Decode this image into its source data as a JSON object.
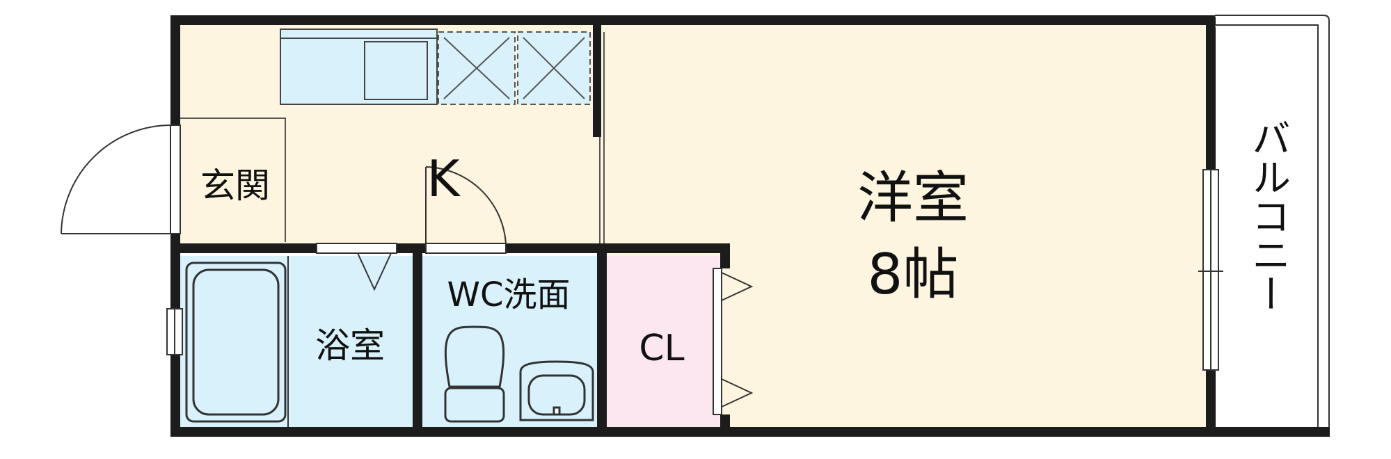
{
  "rooms": {
    "western": {
      "name": "洋室",
      "size": "8帖"
    },
    "kitchen": {
      "name": "K"
    },
    "entrance": {
      "name": "玄関"
    },
    "bath": {
      "name": "浴室"
    },
    "wc": {
      "name": "WC洗面"
    },
    "closet": {
      "name": "CL"
    },
    "balcony": {
      "name": "バルコニー"
    }
  },
  "colors": {
    "wall": "#1c1c1c",
    "western_floor": "#fdf5e0",
    "kitchen_floor": "#fdf5e0",
    "wet_area": "#d8f1fb",
    "closet": "#fce6ef",
    "balcony": "#ffffff",
    "fixture_outline": "#333333"
  }
}
